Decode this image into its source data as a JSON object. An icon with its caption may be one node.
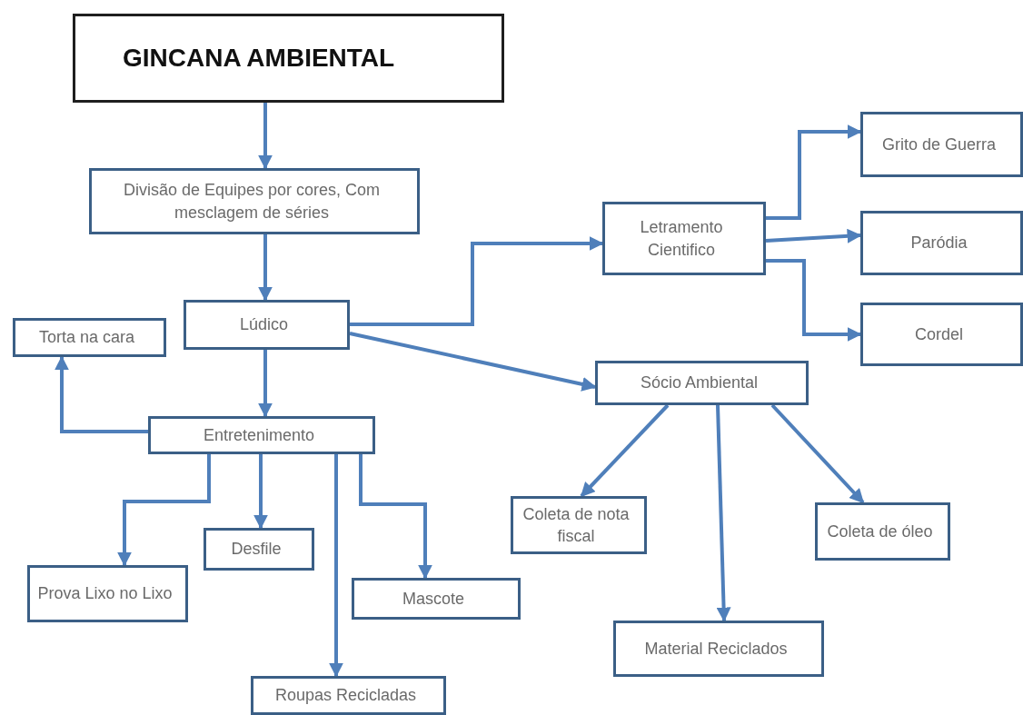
{
  "diagram": {
    "nodes": [
      {
        "text": [
          "GINCANA AMBIENTAL"
        ]
      },
      {
        "text": [
          "Divisão de Equipes por cores, Com mesclagem de séries"
        ]
      },
      {
        "text": [
          "Lúdico"
        ]
      },
      {
        "text": [
          "Torta na cara"
        ]
      },
      {
        "text": [
          "Entretenimento"
        ]
      },
      {
        "text": [
          "Letramento Cientifico"
        ]
      },
      {
        "text": [
          "Sócio Ambiental"
        ]
      },
      {
        "text": [
          "Grito de Guerra"
        ]
      },
      {
        "text": [
          "Paródia"
        ]
      },
      {
        "text": [
          "Cordel"
        ]
      },
      {
        "text": [
          "Prova Lixo no Lixo"
        ]
      },
      {
        "text": [
          "Desfile"
        ]
      },
      {
        "text": [
          "Mascote"
        ]
      },
      {
        "text": [
          "Roupas Recicladas"
        ]
      },
      {
        "text": [
          "Coleta de nota fiscal"
        ]
      },
      {
        "text": [
          "Coleta de óleo"
        ]
      },
      {
        "text": [
          "Material Reciclados"
        ]
      }
    ],
    "edges": [
      {
        "from": 0,
        "to": 1,
        "arrow": "to"
      },
      {
        "from": 1,
        "to": 2,
        "arrow": "to"
      },
      {
        "from": 2,
        "to": 5,
        "arrow": "to"
      },
      {
        "from": 2,
        "to": 6,
        "arrow": "to"
      },
      {
        "from": 2,
        "to": 4,
        "arrow": "to"
      },
      {
        "from": 4,
        "to": 3,
        "arrow": "to"
      },
      {
        "from": 5,
        "to": 7,
        "arrow": "to"
      },
      {
        "from": 5,
        "to": 8,
        "arrow": "to"
      },
      {
        "from": 5,
        "to": 9,
        "arrow": "to"
      },
      {
        "from": 4,
        "to": 10,
        "arrow": "to"
      },
      {
        "from": 4,
        "to": 11,
        "arrow": "to"
      },
      {
        "from": 4,
        "to": 13,
        "arrow": "to"
      },
      {
        "from": 4,
        "to": 12,
        "arrow": "to"
      },
      {
        "from": 6,
        "to": 14,
        "arrow": "to"
      },
      {
        "from": 6,
        "to": 16,
        "arrow": "to"
      },
      {
        "from": 6,
        "to": 15,
        "arrow": "to"
      }
    ]
  }
}
